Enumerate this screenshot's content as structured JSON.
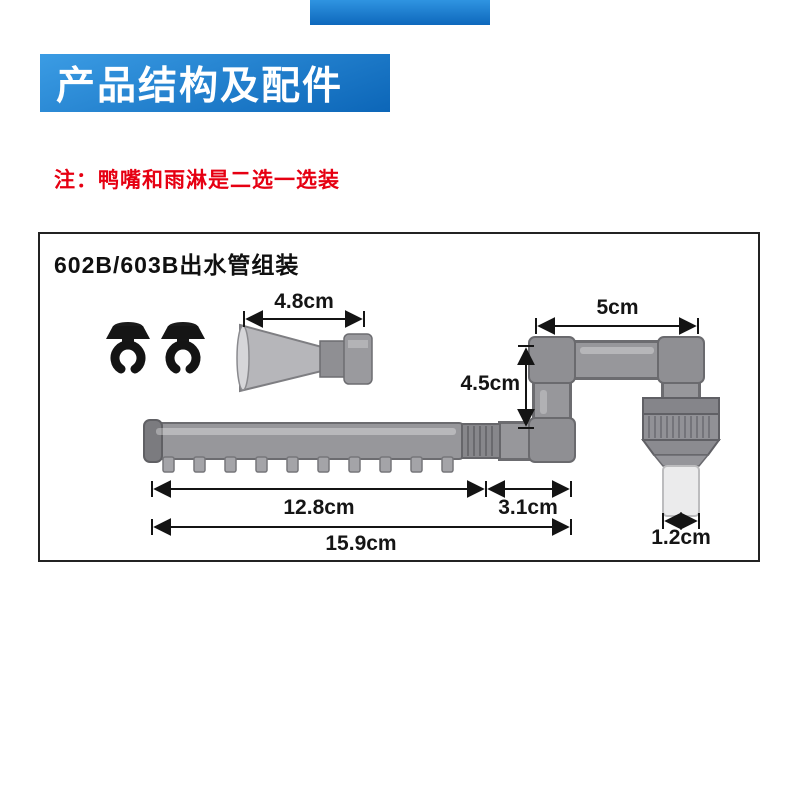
{
  "banner": {
    "title": "产品结构及配件"
  },
  "note": {
    "text": "注：鸭嘴和雨淋是二选一选装"
  },
  "panel": {
    "title": "602B/603B出水管组装"
  },
  "dimensions": {
    "duckbill_width": "4.8cm",
    "top_pipe_length": "5cm",
    "riser_height": "4.5cm",
    "spray_bar_length": "12.8cm",
    "elbow_width": "3.1cm",
    "overall_length": "15.9cm",
    "outlet_diameter": "1.2cm"
  },
  "colors": {
    "banner_blue_light": "#3b9ce4",
    "banner_blue_dark": "#0c66b8",
    "note_red": "#e60012",
    "pipe_gray": "#97979b",
    "dimension_ink": "#141414"
  }
}
